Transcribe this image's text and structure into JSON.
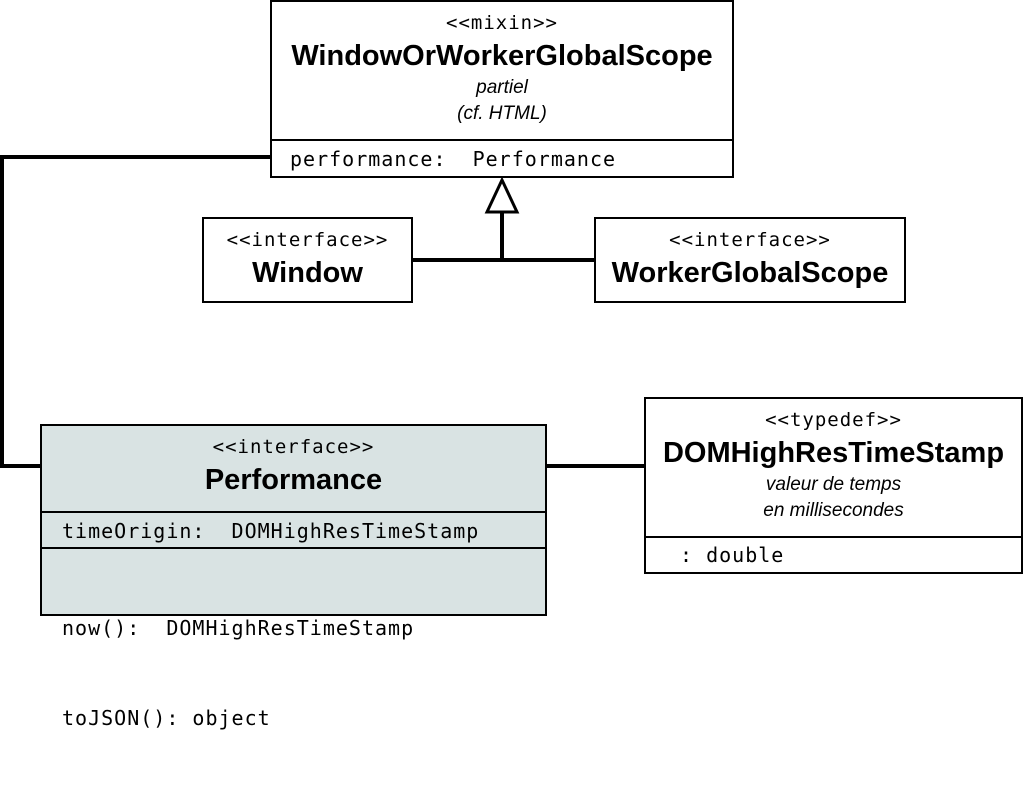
{
  "mixin_box": {
    "stereotype": "<<mixin>>",
    "name": "WindowOrWorkerGlobalScope",
    "note1": "partiel",
    "note2": "(cf. HTML)",
    "attribute": "performance:  Performance"
  },
  "window_box": {
    "stereotype": "<<interface>>",
    "name": "Window"
  },
  "worker_box": {
    "stereotype": "<<interface>>",
    "name": "WorkerGlobalScope"
  },
  "performance_box": {
    "stereotype": "<<interface>>",
    "name": "Performance",
    "attribute": "timeOrigin:  DOMHighResTimeStamp",
    "method1": "now():  DOMHighResTimeStamp",
    "method2": "toJSON(): object"
  },
  "typedef_box": {
    "stereotype": "<<typedef>>",
    "name": "DOMHighResTimeStamp",
    "note1": "valeur de temps",
    "note2": "en millisecondes",
    "attribute": ": double"
  },
  "colors": {
    "performance_fill": "#d9e3e3",
    "line": "#000000"
  }
}
